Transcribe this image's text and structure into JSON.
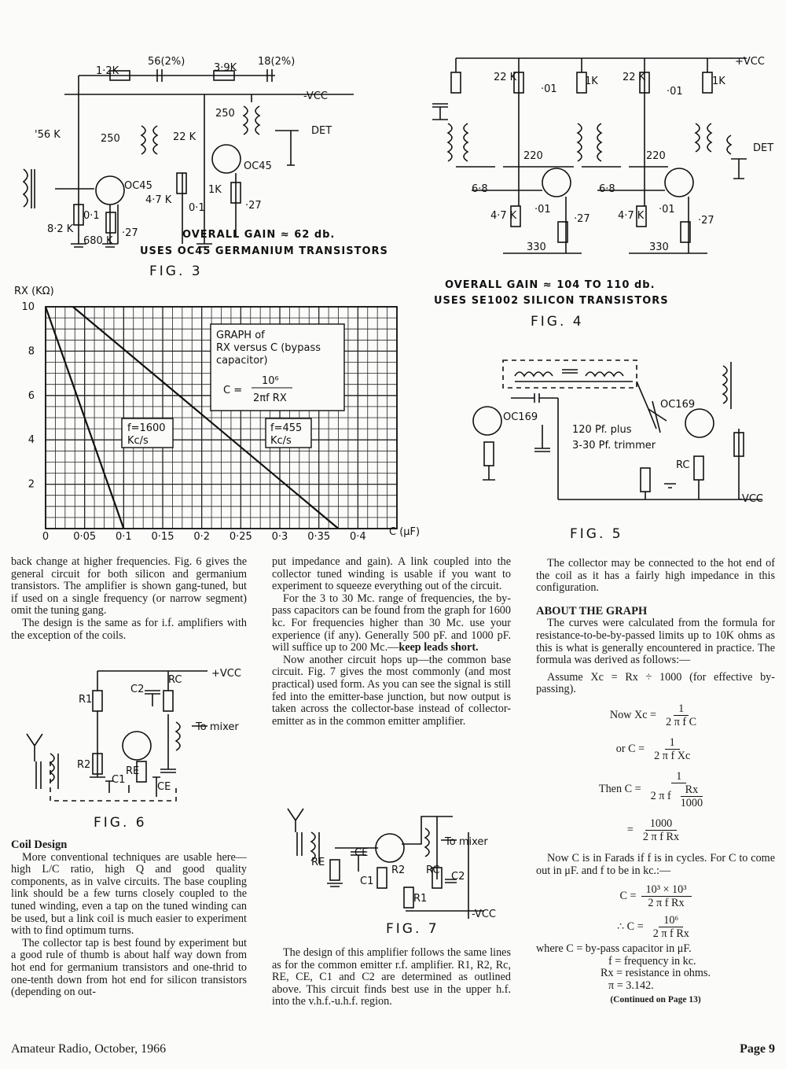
{
  "fig3": {
    "caption": "FIG. 3",
    "labels": [
      "1·2K",
      "56(2%)",
      "3·9K",
      "18(2%)",
      "-VCC",
      "250",
      "DET",
      "'56 K",
      "250",
      "22 K",
      "OC45",
      "OC45",
      "4·7 K",
      "0·1",
      "1K",
      "·27",
      "8·2 K",
      "0·1",
      "680 K",
      "·27"
    ],
    "gain_note": "OVERALL GAIN ≈ 62 db.",
    "transistor_note": "USES OC45 GERMANIUM TRANSISTORS"
  },
  "fig4": {
    "caption": "FIG. 4",
    "labels": [
      "+VCC",
      "22 K",
      "1K",
      "22 K",
      "1K",
      "·01",
      "·01",
      "220",
      "220",
      "DET",
      "6·8",
      "6·8",
      "4·7 K",
      "·01",
      "·27",
      "4·7 K",
      "·01",
      "·27",
      "330",
      "330"
    ],
    "gain_note": "OVERALL GAIN ≈ 104 TO 110 db.",
    "transistor_note": "USES SE1002 SILICON TRANSISTORS"
  },
  "fig5": {
    "caption": "FIG. 5",
    "labels": [
      "OC169",
      "OC169",
      "120 Pf. plus",
      "3-30 Pf. trimmer",
      "RC",
      "-VCC"
    ]
  },
  "fig6": {
    "caption": "FIG. 6",
    "labels": [
      "RC",
      "+VCC",
      "C2",
      "R1",
      "To mixer",
      "R2",
      "C1",
      "RE",
      "CE"
    ]
  },
  "fig7": {
    "caption": "FIG. 7",
    "labels": [
      "To mixer",
      "CE",
      "RE",
      "R2",
      "C1",
      "RC",
      "C2",
      "R1",
      "-VCC"
    ]
  },
  "chart_data": {
    "type": "line",
    "title": "",
    "annotation_box": [
      "GRAPH of",
      "RX versus C (bypass",
      "capacitor)"
    ],
    "formula": {
      "lhs": "C =",
      "num": "10⁶",
      "den": "2πf RX"
    },
    "ylabel": "RX (KΩ)",
    "xlabel": "C (μF)",
    "xlim": [
      0,
      0.45
    ],
    "ylim": [
      0,
      10
    ],
    "xticks": [
      {
        "v": 0,
        "label": "0"
      },
      {
        "v": 0.05,
        "label": "0·05"
      },
      {
        "v": 0.1,
        "label": "0·1"
      },
      {
        "v": 0.15,
        "label": "0·15"
      },
      {
        "v": 0.2,
        "label": "0·2"
      },
      {
        "v": 0.25,
        "label": "0·25"
      },
      {
        "v": 0.3,
        "label": "0·3"
      },
      {
        "v": 0.35,
        "label": "0·35"
      },
      {
        "v": 0.4,
        "label": "0·4"
      }
    ],
    "yticks": [
      {
        "v": 2,
        "label": "2"
      },
      {
        "v": 4,
        "label": "4"
      },
      {
        "v": 6,
        "label": "6"
      },
      {
        "v": 8,
        "label": "8"
      },
      {
        "v": 10,
        "label": "10"
      }
    ],
    "grid": true,
    "series": [
      {
        "name": "f=1600 Kc/s",
        "label_lines": [
          "f=1600",
          "Kc/s"
        ],
        "x": [
          0.0,
          0.1
        ],
        "y": [
          10,
          0
        ]
      },
      {
        "name": "f=455 Kc/s",
        "label_lines": [
          "f=455",
          "Kc/s"
        ],
        "x": [
          0.035,
          0.375
        ],
        "y": [
          10,
          0
        ]
      }
    ]
  },
  "col1": {
    "p1": "back change at higher frequencies. Fig. 6 gives the general circuit for both silicon and germanium transistors. The amplifier is shown gang-tuned, but if used on a single frequency (or narrow segment) omit the tuning gang.",
    "p2": "The design is the same as for i.f. amplifiers with the exception of the coils.",
    "h_coil": "Coil Design",
    "p3": "More conventional techniques are usable here—high L/C ratio, high Q and good quality components, as in valve circuits. The base coupling link should be a few turns closely coupled to the tuned winding, even a tap on the tuned winding can be used, but a link coil is much easier to experiment with to find optimum turns.",
    "p4": "The collector tap is best found by experiment but a good rule of thumb is about half way down from hot end for germanium transistors and one-thrid to one-tenth down from hot end for silicon transistors (depending on out-"
  },
  "col2": {
    "p1": "put impedance and gain). A link coupled into the collector tuned winding is usable if you want to experiment to squeeze everything out of the circuit.",
    "p2a": "For the 3 to 30 Mc. range of frequencies, the by-pass capacitors can be found from the graph for 1600 kc. For frequencies higher than 30 Mc. use your experience (if any). Generally 500 pF. and 1000 pF. will suffice up to 200 Mc.—",
    "p2b": "keep leads short.",
    "p3": "Now another circuit hops up—the common base circuit. Fig. 7 gives the most commonly (and most practical) used form. As you can see the signal is still fed into the emitter-base junction, but now output is taken across the collector-base instead of collector-emitter as in the common emitter amplifier.",
    "p4": "The design of this amplifier follows the same lines as for the common emitter r.f. amplifier. R1, R2, Rc, RE, CE, C1 and C2 are determined as outlined above. This circuit finds best use in the upper h.f. into the v.h.f.-u.h.f. region."
  },
  "col3": {
    "p1": "The collector may be connected to the hot end of the coil as it has a fairly high impedance in this configuration.",
    "h_graph": "ABOUT THE GRAPH",
    "p2": "The curves were calculated from the formula for resistance-to-be-by-passed limits up to 10K ohms as this is what is generally encountered in practice. The formula was derived as follows:—",
    "p3": "Assume Xc = Rx ÷ 1000 (for effective by-passing).",
    "f1_lhs": "Now Xc =",
    "f1_num": "1",
    "f1_den": "2 π f C",
    "f2_lhs": "or C =",
    "f2_num": "1",
    "f2_den": "2 π f Xc",
    "f3_lhs": "Then C =",
    "f3_num": "1",
    "f3_den_a": "2 π f",
    "f3_den_num": "Rx",
    "f3_den_den": "1000",
    "f4_lhs": "=",
    "f4_num": "1000",
    "f4_den": "2 π f Rx",
    "p4": "Now C is in Farads if f is in cycles. For C to come out in μF. and f to be in kc.:—",
    "f5_lhs": "C =",
    "f5_num": "10³ × 10³",
    "f5_den": "2 π f Rx",
    "f6_lhs": "∴ C =",
    "f6_num": "10⁶",
    "f6_den": "2 π f Rx",
    "w1": "where C = by-pass capacitor in μF.",
    "w2": "f = frequency in kc.",
    "w3": "Rx = resistance in ohms.",
    "w4": "π = 3.142.",
    "continued": "(Continued on Page 13)"
  },
  "footer": {
    "left": "Amateur Radio, October, 1966",
    "right": "Page 9"
  }
}
